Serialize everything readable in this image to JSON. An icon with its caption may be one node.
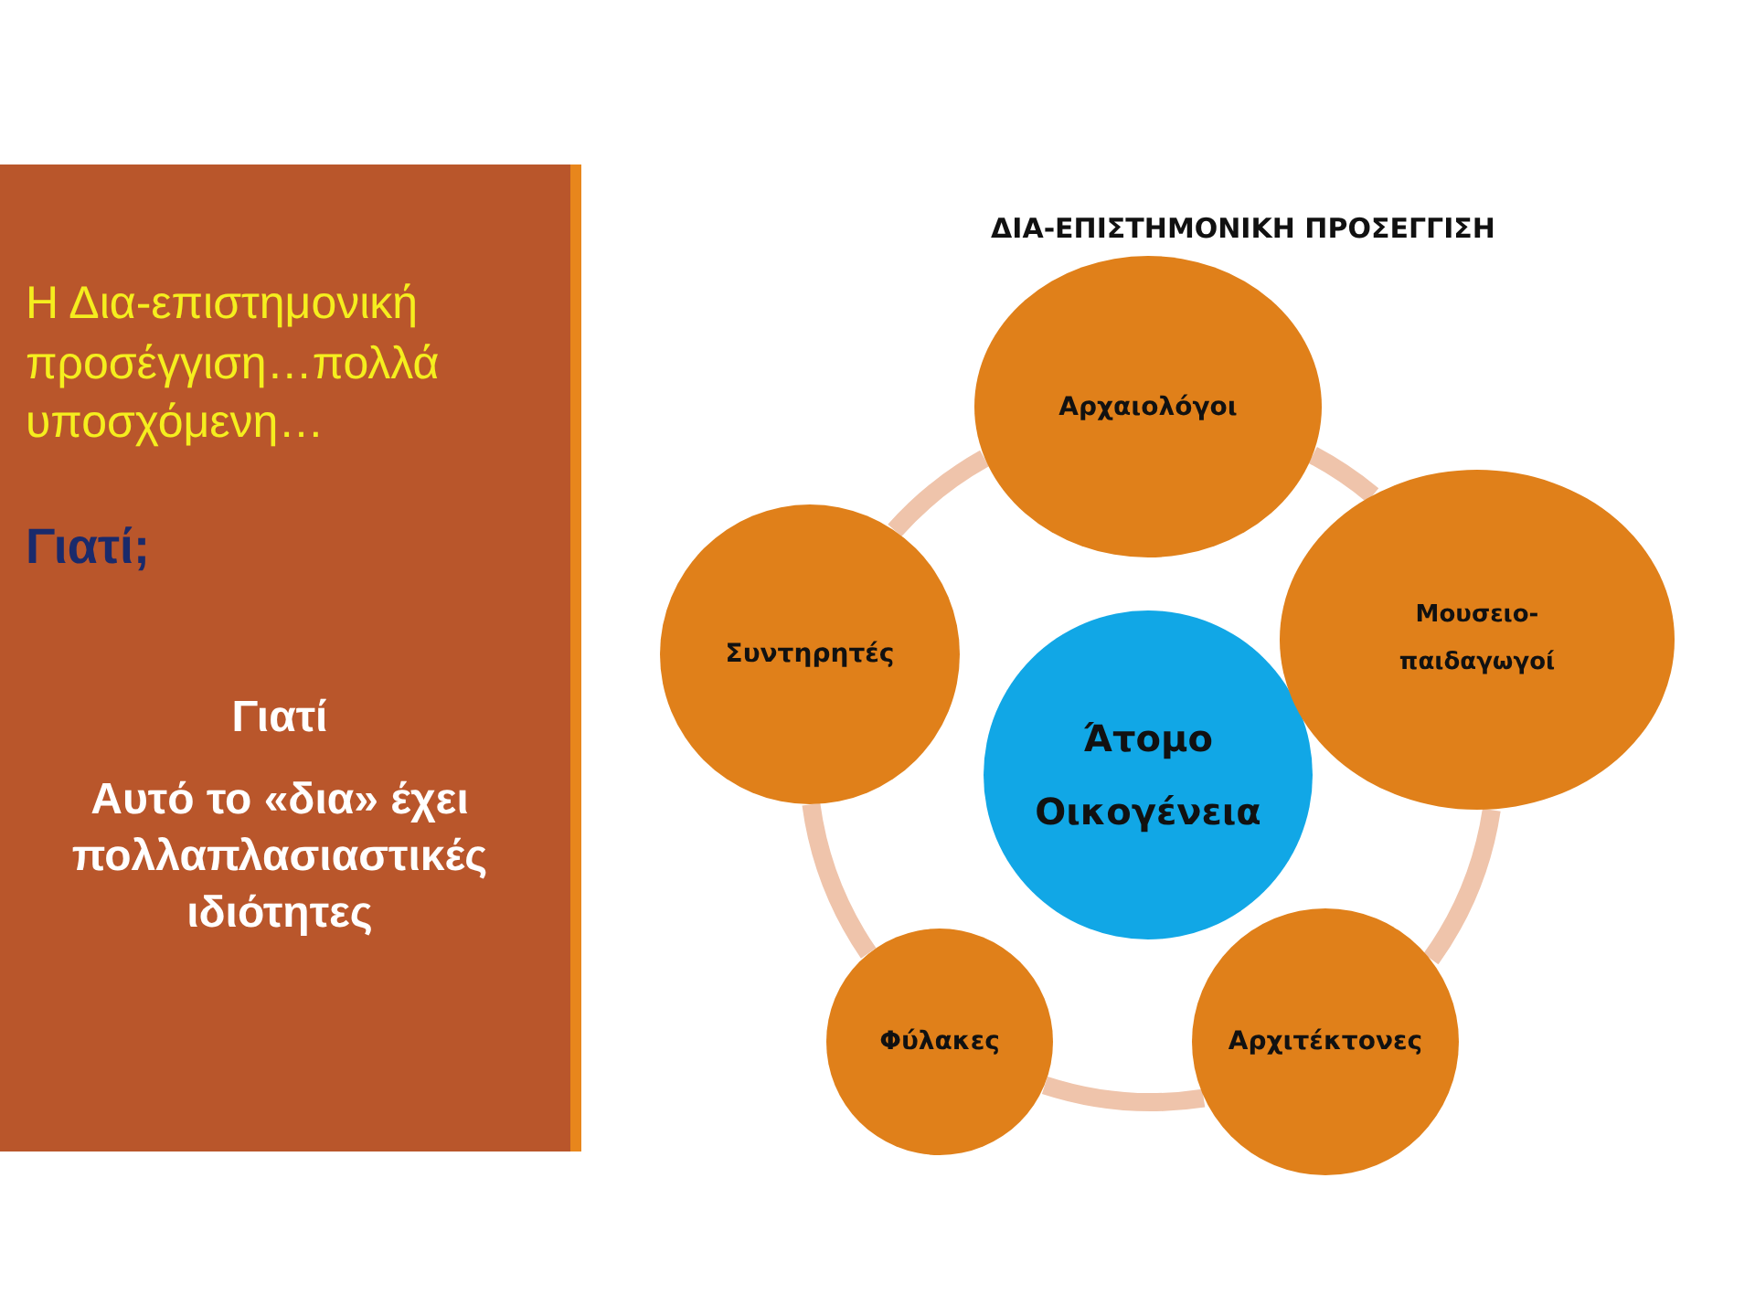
{
  "diagram": {
    "title": "ΔΙΑ-ΕΠΙΣΤΗΜΟΝΙΚΗ ΠΡΟΣΕΓΓΙΣΗ",
    "nodes": [
      {
        "text": [
          "Η Δια-επιστημονική προσέγγιση…πολλά υποσχόμενη…",
          "Γιατί;",
          "Γιατί",
          "Αυτό το «δια» έχει πολλαπλασιαστικές ιδιότητες"
        ]
      },
      {
        "text": [
          "Αρχαιολόγοι"
        ]
      },
      {
        "text": [
          "Συντηρητές"
        ]
      },
      {
        "text": [
          "Άτομο Οικογένεια"
        ]
      },
      {
        "text": [
          "Μουσειο- παιδαγωγοί"
        ]
      },
      {
        "text": [
          "Φύλακες"
        ]
      },
      {
        "text": [
          "Αρχιτέκτονες"
        ]
      }
    ],
    "edges": [
      {
        "from": 1,
        "to": 4,
        "arrow": "none"
      },
      {
        "from": 4,
        "to": 6,
        "arrow": "none"
      },
      {
        "from": 6,
        "to": 5,
        "arrow": "none"
      },
      {
        "from": 5,
        "to": 2,
        "arrow": "none"
      },
      {
        "from": 2,
        "to": 1,
        "arrow": "none"
      }
    ]
  }
}
